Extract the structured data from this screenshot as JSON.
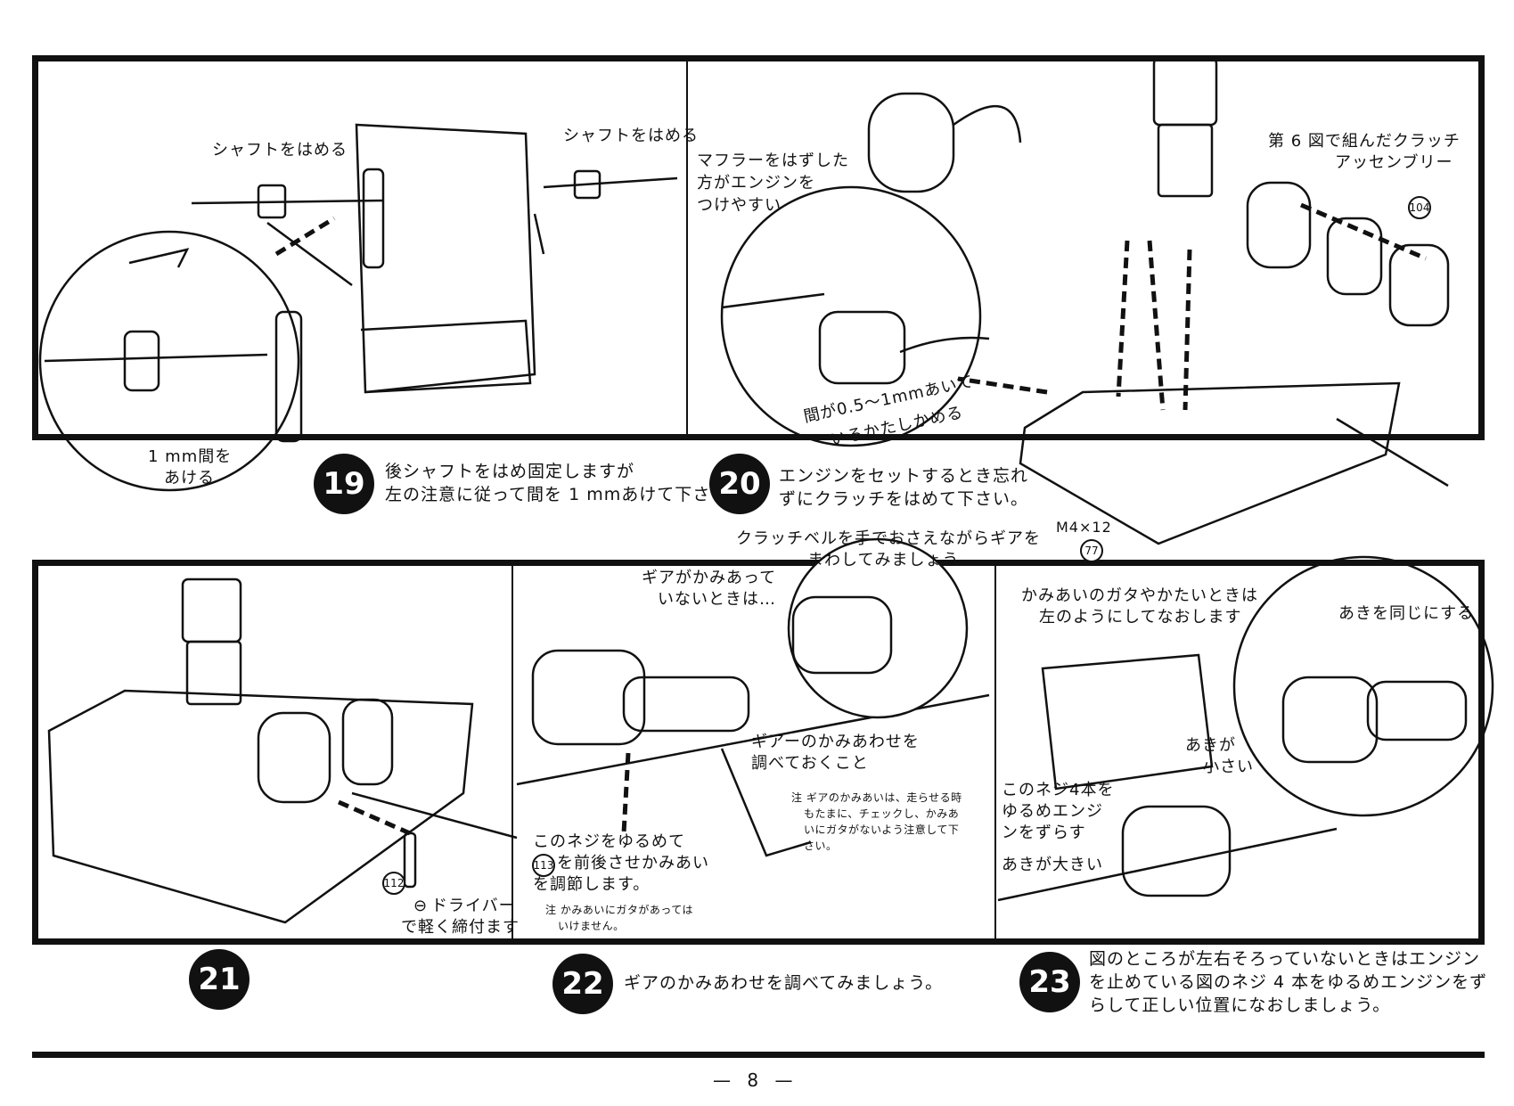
{
  "labels": {
    "shaft_left": "シャフトをはめる",
    "shaft_right": "シャフトをはめる",
    "gap_1mm_line1": "1 mm間を",
    "gap_1mm_line2": "あける",
    "muffler_line1": "マフラーをはずした",
    "muffler_line2": "方がエンジンを",
    "muffler_line3": "つけやすい",
    "clutch_assembly_line1": "第 6 図で組んだクラッチ",
    "clutch_assembly_line2": "アッセンブリー",
    "gap_check_line1": "間が0.5〜1mmあいて",
    "gap_check_line2": "いるかたしかめる",
    "screw_size": "M4×12",
    "clutch_bell_line1": "クラッチベルを手でおさえながらギアを",
    "clutch_bell_line2": "まわしてみましょう",
    "gear_not_mesh_line1": "ギアがかみあって",
    "gear_not_mesh_line2": "いないときは…",
    "gear_check_line1": "ギアーのかみあわせを",
    "gear_check_line2": "調べておくこと",
    "note_run_line1": "注 ギアのかみあいは、走らせる時",
    "note_run_line2": "もたまに、チェックし、かみあ",
    "note_run_line3": "いにガタがないよう注意して下",
    "note_run_line4": "さい。",
    "loosen_screw_line1": "このネジをゆるめて",
    "loosen_screw_line2": "を前後させかみあい",
    "loosen_screw_line3": "を調節します。",
    "note_play_line1": "注 かみあいにガタがあっては",
    "note_play_line2": "いけません。",
    "driver_line1": "ドライバー",
    "driver_line2": "で軽く締付ます",
    "rattle_line1": "かみあいのガタやかたいときは",
    "rattle_line2": "左のようにしてなおします",
    "same_gap": "あきを同じにする",
    "small_gap_line1": "あきが",
    "small_gap_line2": "小さい",
    "four_screws_line1": "このネジ4本を",
    "four_screws_line2": "ゆるめエンジ",
    "four_screws_line3": "ンをずらす",
    "large_gap": "あきが大きい"
  },
  "part_numbers": {
    "clutch_cover": "104",
    "screw": "77",
    "adjust_part": "113",
    "driver_part": "112"
  },
  "steps": [
    {
      "number": "19",
      "text_line1": "後シャフトをはめ固定しますが",
      "text_line2": "左の注意に従って間を 1 mmあけて下さい。"
    },
    {
      "number": "20",
      "text_line1": "エンジンをセットするとき忘れ",
      "text_line2": "ずにクラッチをはめて下さい。"
    },
    {
      "number": "21"
    },
    {
      "number": "22",
      "text_line1": "ギアのかみあわせを調べてみましょう。"
    },
    {
      "number": "23",
      "text_line1": "図のところが左右そろっていないときはエンジン",
      "text_line2": "を止めている図のネジ 4 本をゆるめエンジンをず",
      "text_line3": "らして正しい位置になおしましょう。"
    }
  ],
  "page_number": "— 8 —"
}
